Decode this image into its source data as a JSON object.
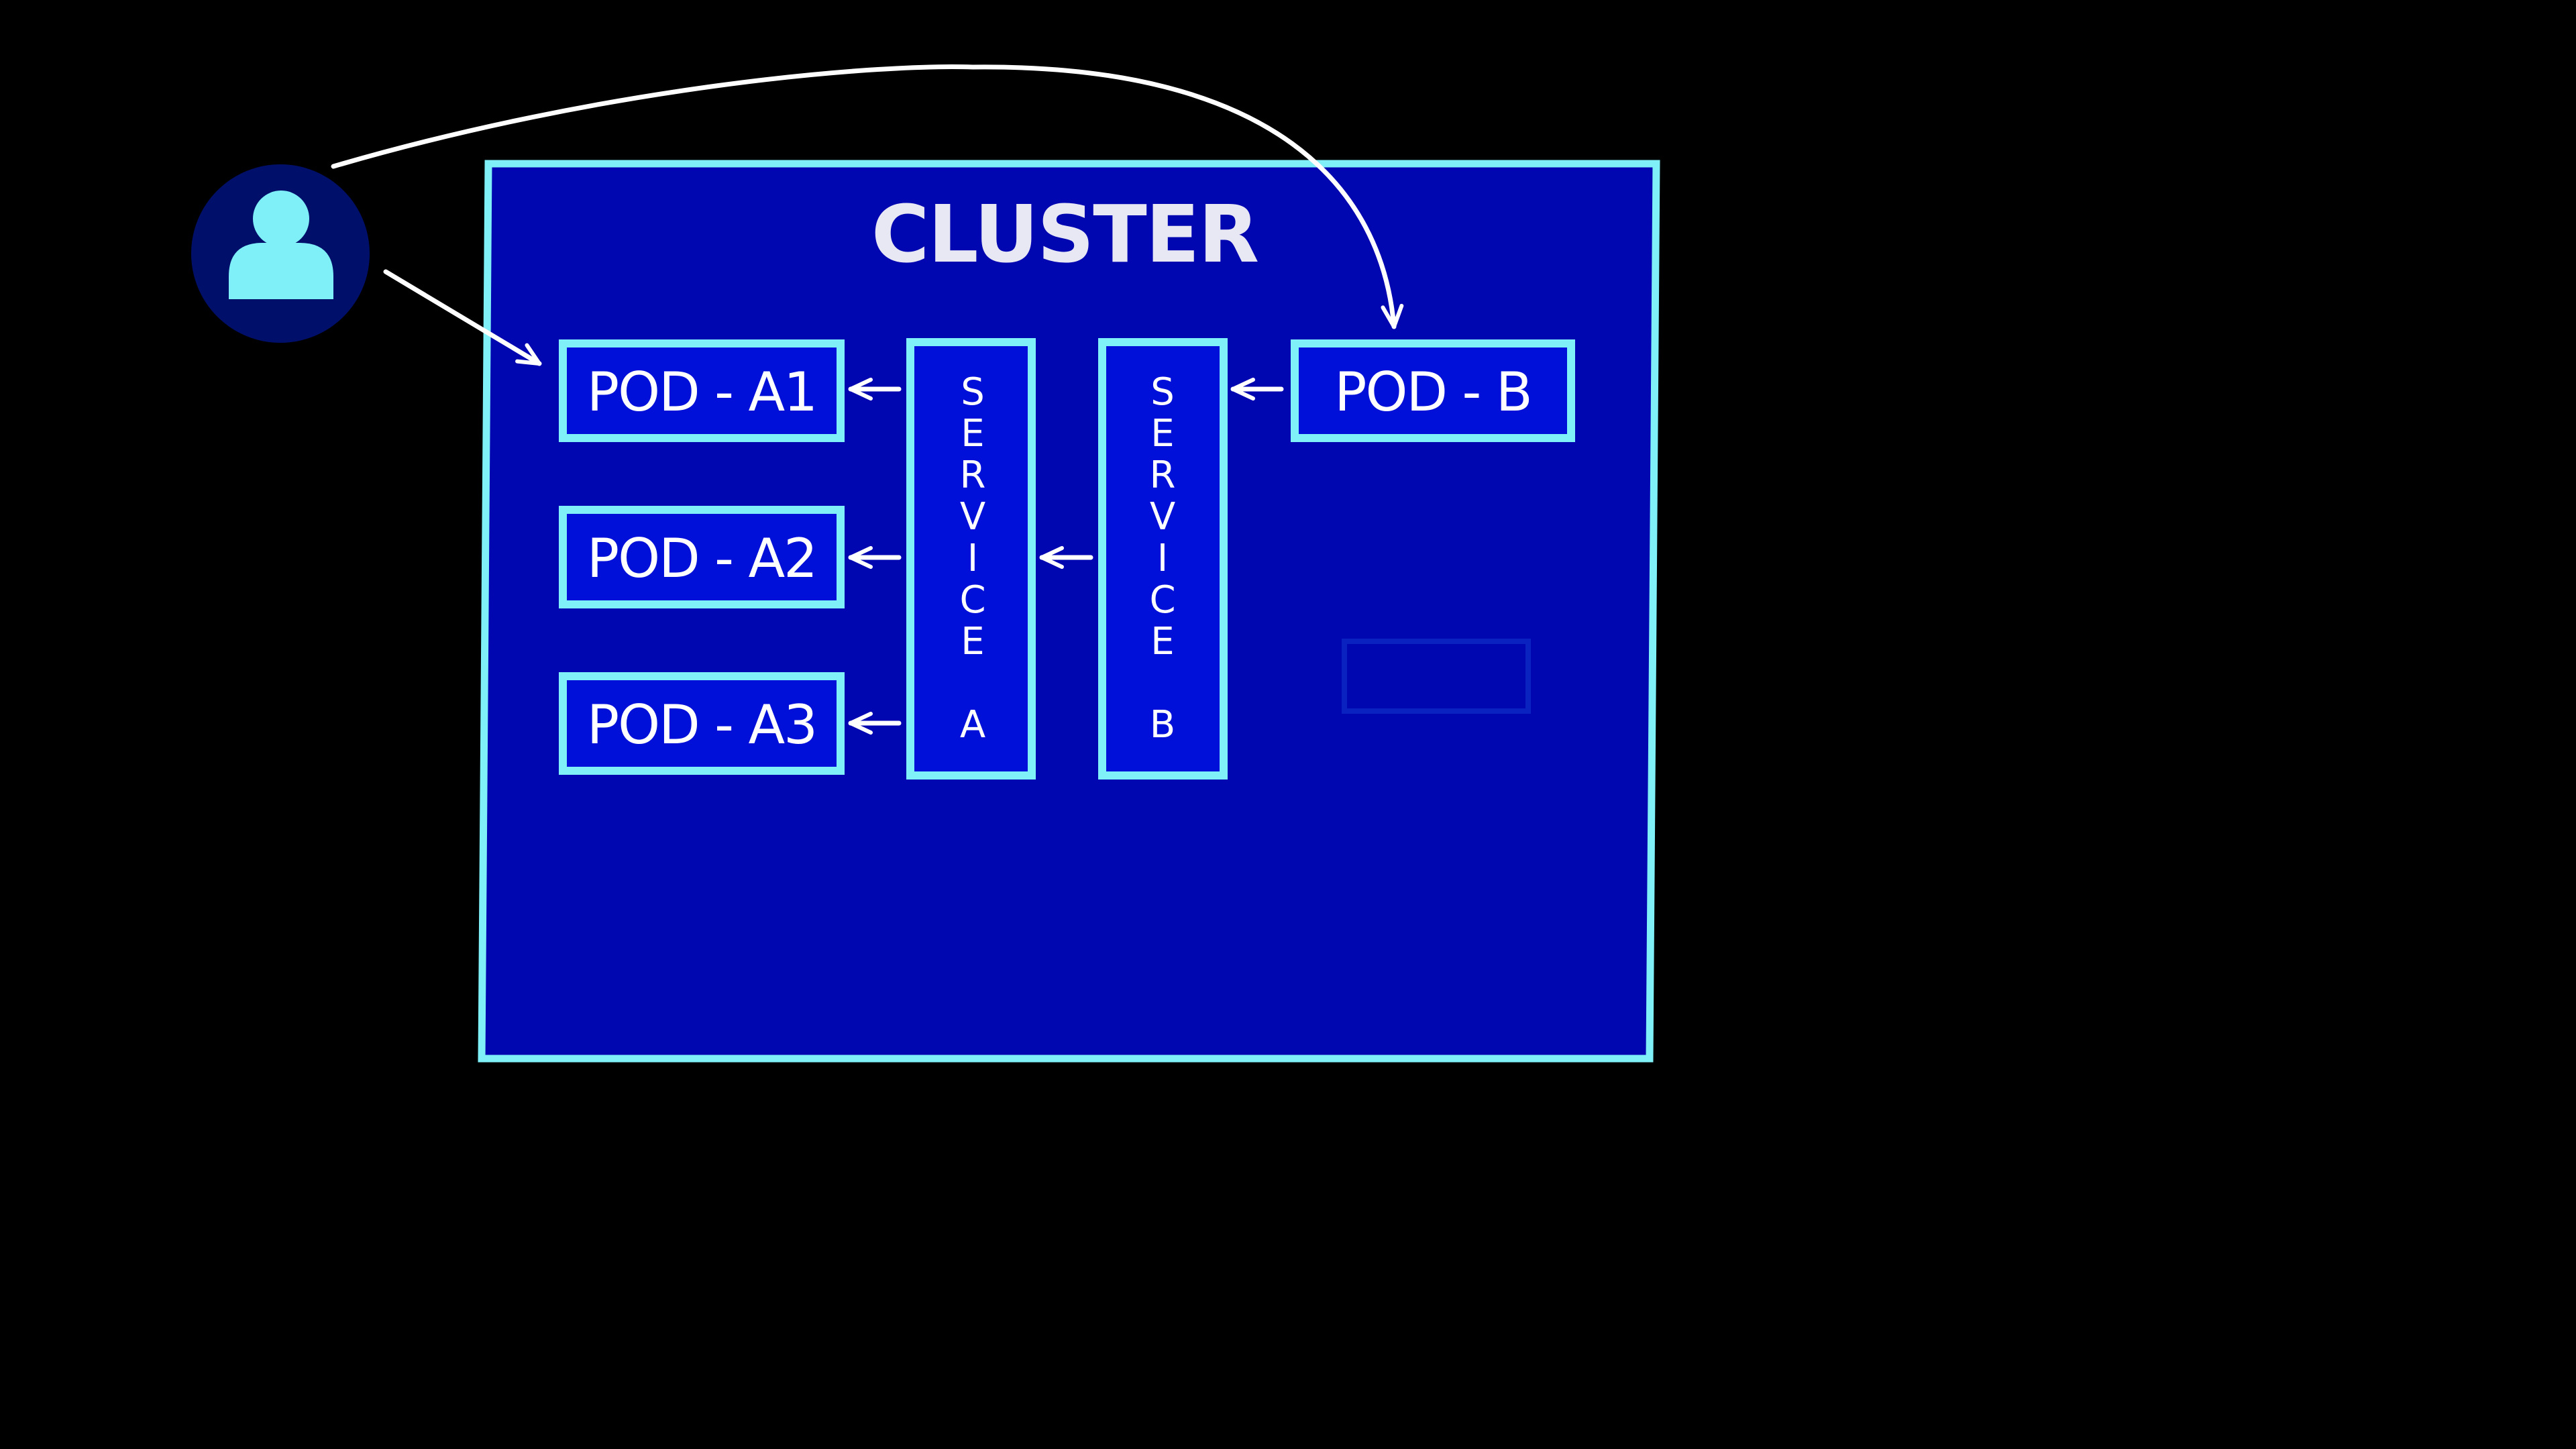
{
  "colors": {
    "background": "#000000",
    "cluster_fill": "#0006b0",
    "box_fill": "#0010d8",
    "border": "#7ff0f8",
    "text": "#ffffff",
    "title": "#e8e8f4",
    "user_circle": "#00106a",
    "user_figure": "#7ff0f8",
    "ghost_box": "#0a22c0",
    "arrow": "#ffffff"
  },
  "cluster": {
    "title": "CLUSTER"
  },
  "pods": [
    {
      "label": "POD - A1"
    },
    {
      "label": "POD - A2"
    },
    {
      "label": "POD - A3"
    },
    {
      "label": "POD - B"
    }
  ],
  "services": [
    {
      "letters": [
        "S",
        "E",
        "R",
        "V",
        "I",
        "C",
        "E",
        "",
        "A"
      ]
    },
    {
      "letters": [
        "S",
        "E",
        "R",
        "V",
        "I",
        "C",
        "E",
        "",
        "B"
      ]
    }
  ],
  "user": {
    "icon": "user-icon"
  }
}
